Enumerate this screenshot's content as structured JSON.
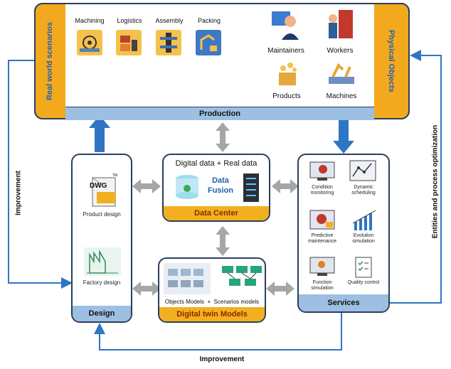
{
  "production": {
    "bar_label": "Production",
    "left_side": "Real world scenarios",
    "right_side": "Physical Objects",
    "processes": [
      {
        "label": "Machining",
        "icon": "machining-icon"
      },
      {
        "label": "Logistics",
        "icon": "logistics-icon"
      },
      {
        "label": "Assembly",
        "icon": "assembly-icon"
      },
      {
        "label": "Packing",
        "icon": "packing-icon"
      }
    ],
    "objects": [
      {
        "label": "Maintainers",
        "icon": "maintainer-icon"
      },
      {
        "label": "Workers",
        "icon": "worker-icon"
      },
      {
        "label": "Products",
        "icon": "products-icon"
      },
      {
        "label": "Machines",
        "icon": "machines-icon"
      }
    ]
  },
  "data_center": {
    "top_label": "Digital data + Real data",
    "fusion_label_1": "Data",
    "fusion_label_2": "Fusion",
    "bar_label": "Data Center"
  },
  "design": {
    "dwg_text": "DWG",
    "tm_text": "TM",
    "product_label": "Product design",
    "factory_label": "Factory design",
    "bar_label": "Design"
  },
  "services": {
    "items": [
      {
        "label": "Condition monitoring",
        "icon": "condition-monitoring-icon"
      },
      {
        "label": "Dynamic scheduling",
        "icon": "dynamic-scheduling-icon"
      },
      {
        "label": "Predictive maintenance",
        "icon": "predictive-maintenance-icon"
      },
      {
        "label": "Evolution simulation",
        "icon": "evolution-simulation-icon"
      },
      {
        "label": "Function simulation",
        "icon": "function-simulation-icon"
      },
      {
        "label": "Quality control",
        "icon": "quality-control-icon"
      }
    ],
    "bar_label": "Services"
  },
  "twin": {
    "caption": "Objects Models  +  Scenarios models",
    "bar_label": "Digital twin Models"
  },
  "arrows": {
    "left_label": "Improvement",
    "bottom_label": "Improvement",
    "right_label": "Entities and process optimization"
  },
  "colors": {
    "accent_blue": "#2e75c4",
    "orange": "#f3a91e",
    "bar_blue": "#9cbfe2",
    "gray_arrow": "#a6a6a6"
  }
}
